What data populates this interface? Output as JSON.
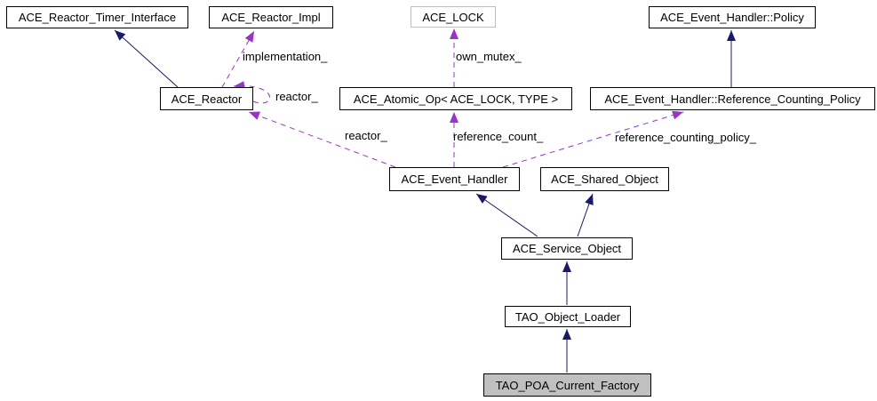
{
  "diagram": {
    "type": "class-collaboration-diagram",
    "nodes": {
      "ace_reactor_timer_interface": {
        "label": "ACE_Reactor_Timer_Interface"
      },
      "ace_reactor_impl": {
        "label": "ACE_Reactor_Impl"
      },
      "ace_lock": {
        "label": "ACE_LOCK"
      },
      "ace_event_handler_policy": {
        "label": "ACE_Event_Handler::Policy"
      },
      "ace_reactor": {
        "label": "ACE_Reactor"
      },
      "ace_atomic_op": {
        "label": "ACE_Atomic_Op< ACE_LOCK, TYPE >"
      },
      "ace_eh_ref_counting_policy": {
        "label": "ACE_Event_Handler::Reference_Counting_Policy"
      },
      "ace_event_handler": {
        "label": "ACE_Event_Handler"
      },
      "ace_shared_object": {
        "label": "ACE_Shared_Object"
      },
      "ace_service_object": {
        "label": "ACE_Service_Object"
      },
      "tao_object_loader": {
        "label": "TAO_Object_Loader"
      },
      "tao_poa_current_factory": {
        "label": "TAO_POA_Current_Factory"
      }
    },
    "edge_labels": {
      "implementation": "implementation_",
      "own_mutex": "own_mutex_",
      "reactor_self": "reactor_",
      "reactor": "reactor_",
      "reference_count": "reference_count_",
      "reference_counting_policy": "reference_counting_policy_"
    },
    "edges": [
      {
        "from": "ace_reactor",
        "to": "ace_reactor_timer_interface",
        "type": "inheritance"
      },
      {
        "from": "ace_reactor",
        "to": "ace_reactor_impl",
        "type": "usage",
        "label": "implementation_"
      },
      {
        "from": "ace_reactor",
        "to": "ace_reactor",
        "type": "usage",
        "label": "reactor_"
      },
      {
        "from": "ace_atomic_op",
        "to": "ace_lock",
        "type": "usage",
        "label": "own_mutex_"
      },
      {
        "from": "ace_eh_ref_counting_policy",
        "to": "ace_event_handler_policy",
        "type": "inheritance"
      },
      {
        "from": "ace_event_handler",
        "to": "ace_reactor",
        "type": "usage",
        "label": "reactor_"
      },
      {
        "from": "ace_event_handler",
        "to": "ace_atomic_op",
        "type": "usage",
        "label": "reference_count_"
      },
      {
        "from": "ace_event_handler",
        "to": "ace_eh_ref_counting_policy",
        "type": "usage",
        "label": "reference_counting_policy_"
      },
      {
        "from": "ace_service_object",
        "to": "ace_event_handler",
        "type": "inheritance"
      },
      {
        "from": "ace_service_object",
        "to": "ace_shared_object",
        "type": "inheritance"
      },
      {
        "from": "tao_object_loader",
        "to": "ace_service_object",
        "type": "inheritance"
      },
      {
        "from": "tao_poa_current_factory",
        "to": "tao_object_loader",
        "type": "inheritance"
      }
    ],
    "colors": {
      "inheritance_edge": "#191970",
      "usage_edge": "#9a32cd",
      "node_border": "#000000",
      "template_node_border": "#bebebe",
      "current_node_fill": "#c0c0c0",
      "background": "#ffffff",
      "text": "#000000"
    }
  }
}
